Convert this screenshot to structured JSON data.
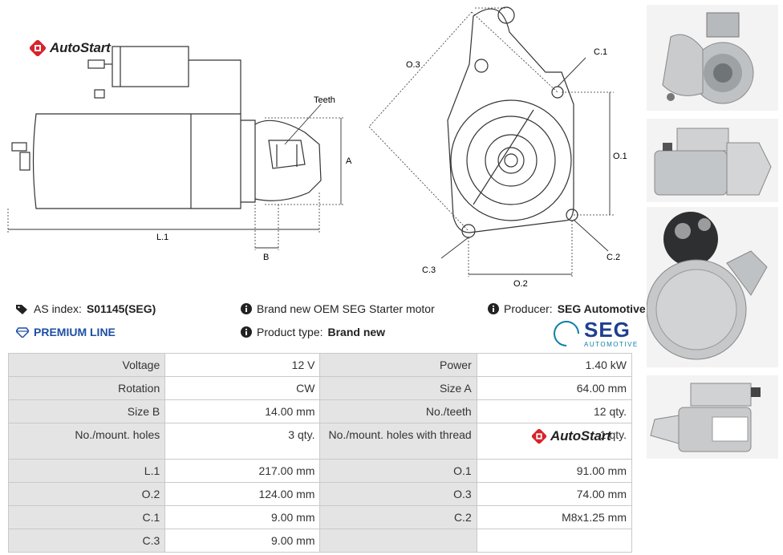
{
  "brand": {
    "logo_text": "AutoStart",
    "watermark_text": "AutoStart"
  },
  "diagram": {
    "side_labels": {
      "teeth": "Teeth",
      "a": "A",
      "l1": "L.1",
      "b": "B"
    },
    "front_labels": {
      "o3": "O.3",
      "c1": "C.1",
      "o1": "O.1",
      "c2": "C.2",
      "c3": "C.3",
      "o2": "O.2"
    }
  },
  "info": {
    "as_index_label": "AS index:",
    "as_index_value": "S01145(SEG)",
    "premium_line": "PREMIUM LINE",
    "description": "Brand new OEM SEG Starter motor",
    "product_type_label": "Product type:",
    "product_type_value": "Brand new",
    "producer_label": "Producer:",
    "producer_value": "SEG Automotive"
  },
  "seg_logo": {
    "big": "SEG",
    "small": "AUTOMOTIVE"
  },
  "specs": {
    "rows": [
      [
        {
          "k": "Voltage",
          "v": "12 V"
        },
        {
          "k": "Power",
          "v": "1.40 kW"
        }
      ],
      [
        {
          "k": "Rotation",
          "v": "CW"
        },
        {
          "k": "Size A",
          "v": "64.00 mm"
        }
      ],
      [
        {
          "k": "Size B",
          "v": "14.00 mm"
        },
        {
          "k": "No./teeth",
          "v": "12 qty."
        }
      ],
      [
        {
          "k": "No./mount. holes",
          "v": "3 qty."
        },
        {
          "k": "No./mount. holes with thread",
          "v": "1 qty."
        }
      ],
      [
        {
          "k": "L.1",
          "v": "217.00 mm"
        },
        {
          "k": "O.1",
          "v": "91.00 mm"
        }
      ],
      [
        {
          "k": "O.2",
          "v": "124.00 mm"
        },
        {
          "k": "O.3",
          "v": "74.00 mm"
        }
      ],
      [
        {
          "k": "C.1",
          "v": "9.00 mm"
        },
        {
          "k": "C.2",
          "v": "M8x1.25 mm"
        }
      ],
      [
        {
          "k": "C.3",
          "v": "9.00 mm"
        },
        {
          "k": "",
          "v": ""
        }
      ]
    ]
  },
  "colors": {
    "premium": "#1e4fa5",
    "seg_blue": "#1d3f8f",
    "seg_teal": "#0d7ea8",
    "logo_red": "#d8232a"
  }
}
